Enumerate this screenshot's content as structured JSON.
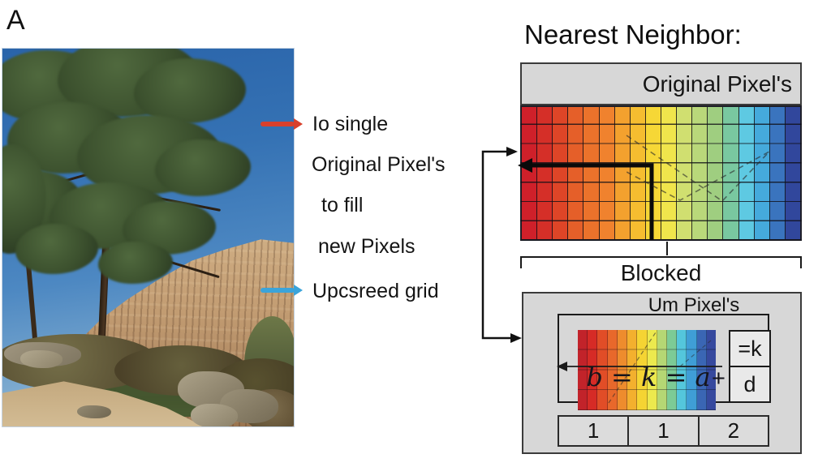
{
  "panel_label": "A",
  "title": "Nearest Neighbor:",
  "annotations": {
    "line1": "Io single",
    "line2": "Original Pixel's",
    "line3": "to fill",
    "line4": "new Pixels",
    "line5": "Upcsreed grid"
  },
  "top_diagram": {
    "header": "Original Pixel's",
    "rows": 7,
    "columns": [
      "#cf202a",
      "#d52f28",
      "#de4527",
      "#e55f29",
      "#eb722b",
      "#f0822e",
      "#f3a12e",
      "#f5bd30",
      "#f6d736",
      "#f0e54c",
      "#d0df70",
      "#b9d87a",
      "#9fce80",
      "#79c8a0",
      "#5ec9e2",
      "#45aadc",
      "#3a74be",
      "#31479c"
    ]
  },
  "bracket_label": "Blocked",
  "bottom_diagram": {
    "header": "Um Pixel's",
    "formula": "b = k = a",
    "plus_sign": "+",
    "k_cell_label": "=k",
    "d_cell_label": "d",
    "number_cells": [
      "1",
      "1",
      "2"
    ],
    "columns": [
      "#c2232a",
      "#d62b26",
      "#e14d27",
      "#e8682b",
      "#ee8c2d",
      "#f3b02e",
      "#f5d433",
      "#ece94e",
      "#b5d774",
      "#7ccb96",
      "#54c6dc",
      "#3f9ed6",
      "#3a66b4",
      "#36499e"
    ]
  },
  "colors": {
    "red_arrow": "#d8402c",
    "blue_arrow": "#3ba4da",
    "panel_gray": "#d7d7d7",
    "border_dark": "#3b3b3b"
  }
}
